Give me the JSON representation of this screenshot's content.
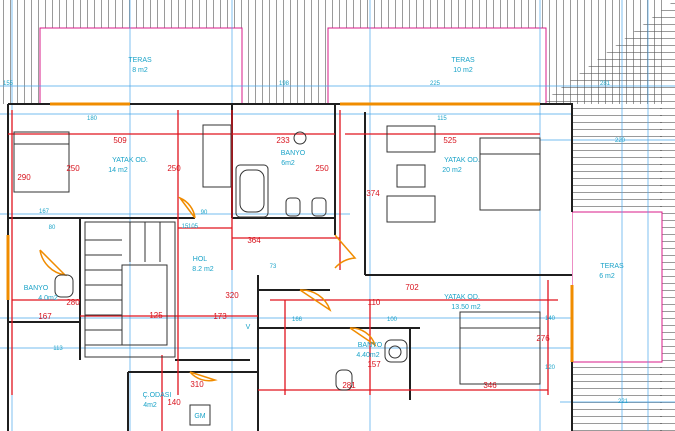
{
  "rooms": {
    "teras1": {
      "name": "TERAS",
      "area": "8 m2"
    },
    "teras2": {
      "name": "TERAS",
      "area": "10 m2"
    },
    "teras3": {
      "name": "TERAS",
      "area": "6 m2"
    },
    "yatak1": {
      "name": "YATAK OD.",
      "area": "14 m2"
    },
    "banyo1": {
      "name": "BANYO",
      "area": "6m2"
    },
    "yatak2": {
      "name": "YATAK OD.",
      "area": "20 m2"
    },
    "hol": {
      "name": "HOL",
      "area": "8.2 m2"
    },
    "banyo2": {
      "name": "BANYO",
      "area": "4.0m2"
    },
    "yatak3": {
      "name": "YATAK OD.",
      "area": "13.50 m2"
    },
    "banyo3": {
      "name": "BANYO",
      "area": "4.40m2"
    },
    "codasi": {
      "name": "Ç.ODASI",
      "area": "4m2"
    },
    "v": "V",
    "gm": "GM"
  },
  "dims_red": {
    "d509": "509",
    "d525": "525",
    "d233": "233",
    "d250a": "250",
    "d250b": "250",
    "d250c": "250",
    "d290": "290",
    "d374": "374",
    "d364": "364",
    "d280": "280",
    "d320": "320",
    "d173": "173",
    "d167": "167",
    "d702": "702",
    "d110": "110",
    "d276": "276",
    "d157": "157",
    "d281": "281",
    "d346": "346",
    "d310": "310",
    "d140": "140",
    "d125": "125"
  },
  "dims_blue": {
    "b155": "155",
    "b198": "198",
    "b281": "281",
    "b225": "225",
    "b220": "220",
    "b180": "180",
    "b115": "115",
    "b167": "167",
    "b113": "113",
    "b80": "80",
    "b90": "90",
    "b105": "105",
    "b15": "15",
    "b73": "73",
    "b166": "166",
    "b100": "100",
    "b221": "221",
    "b120": "120",
    "b140": "140"
  }
}
